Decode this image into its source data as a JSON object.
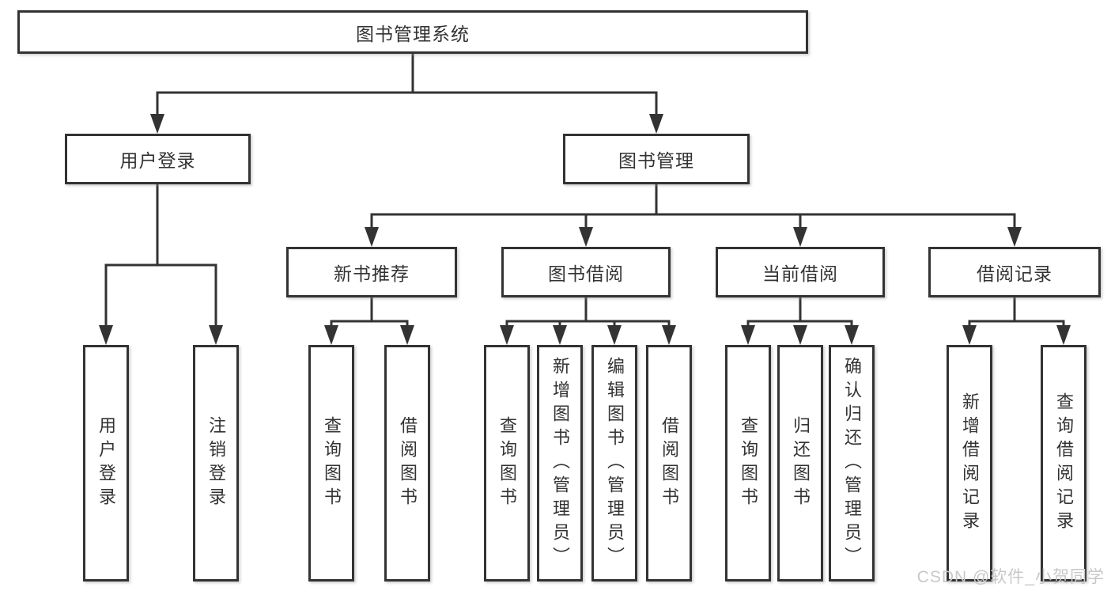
{
  "tree": {
    "root": {
      "label": "图书管理系统"
    },
    "children": [
      {
        "label": "用户登录",
        "children": [
          {
            "label": "用户登录"
          },
          {
            "label": "注销登录"
          }
        ]
      },
      {
        "label": "图书管理",
        "children": [
          {
            "label": "新书推荐",
            "children": [
              {
                "label": "查询图书"
              },
              {
                "label": "借阅图书"
              }
            ]
          },
          {
            "label": "图书借阅",
            "children": [
              {
                "label": "查询图书"
              },
              {
                "label": "新增图书（管理员）"
              },
              {
                "label": "编辑图书（管理员）"
              },
              {
                "label": "借阅图书"
              }
            ]
          },
          {
            "label": "当前借阅",
            "children": [
              {
                "label": "查询图书"
              },
              {
                "label": "归还图书"
              },
              {
                "label": "确认归还（管理员）"
              }
            ]
          },
          {
            "label": "借阅记录",
            "children": [
              {
                "label": "新增借阅记录"
              },
              {
                "label": "查询借阅记录"
              }
            ]
          }
        ]
      }
    ]
  },
  "watermark": {
    "text": "CSDN @软件_小贺同学"
  },
  "colors": {
    "line": "#333333",
    "box_border": "#333333",
    "text": "#333333",
    "background": "#ffffff",
    "watermark": "#c8c8c8"
  }
}
